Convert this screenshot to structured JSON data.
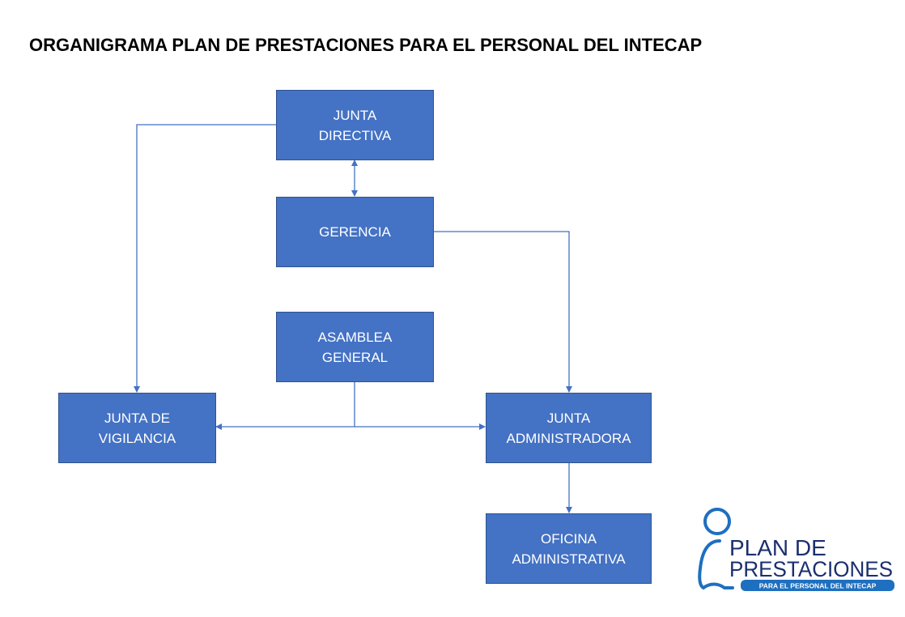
{
  "title": "ORGANIGRAMA PLAN DE PRESTACIONES PARA EL PERSONAL DEL INTECAP",
  "boxes": {
    "junta_directiva": [
      "JUNTA",
      "DIRECTIVA"
    ],
    "gerencia": [
      "GERENCIA"
    ],
    "asamblea_general": [
      "ASAMBLEA",
      "GENERAL"
    ],
    "junta_vigilancia": [
      "JUNTA DE",
      "VIGILANCIA"
    ],
    "junta_administradora": [
      "JUNTA",
      "ADMINISTRADORA"
    ],
    "oficina_administrativa": [
      "OFICINA",
      "ADMINISTRATIVA"
    ]
  },
  "logo": {
    "line1": "PLAN DE",
    "line2": "PRESTACIONES",
    "tagline": "PARA EL PERSONAL DEL INTECAP"
  },
  "colors": {
    "box_fill": "#4472C4",
    "box_border": "#2F528F",
    "connector": "#4472C4",
    "logo_blue": "#1E6FC0",
    "logo_navy": "#1B2F6E"
  }
}
